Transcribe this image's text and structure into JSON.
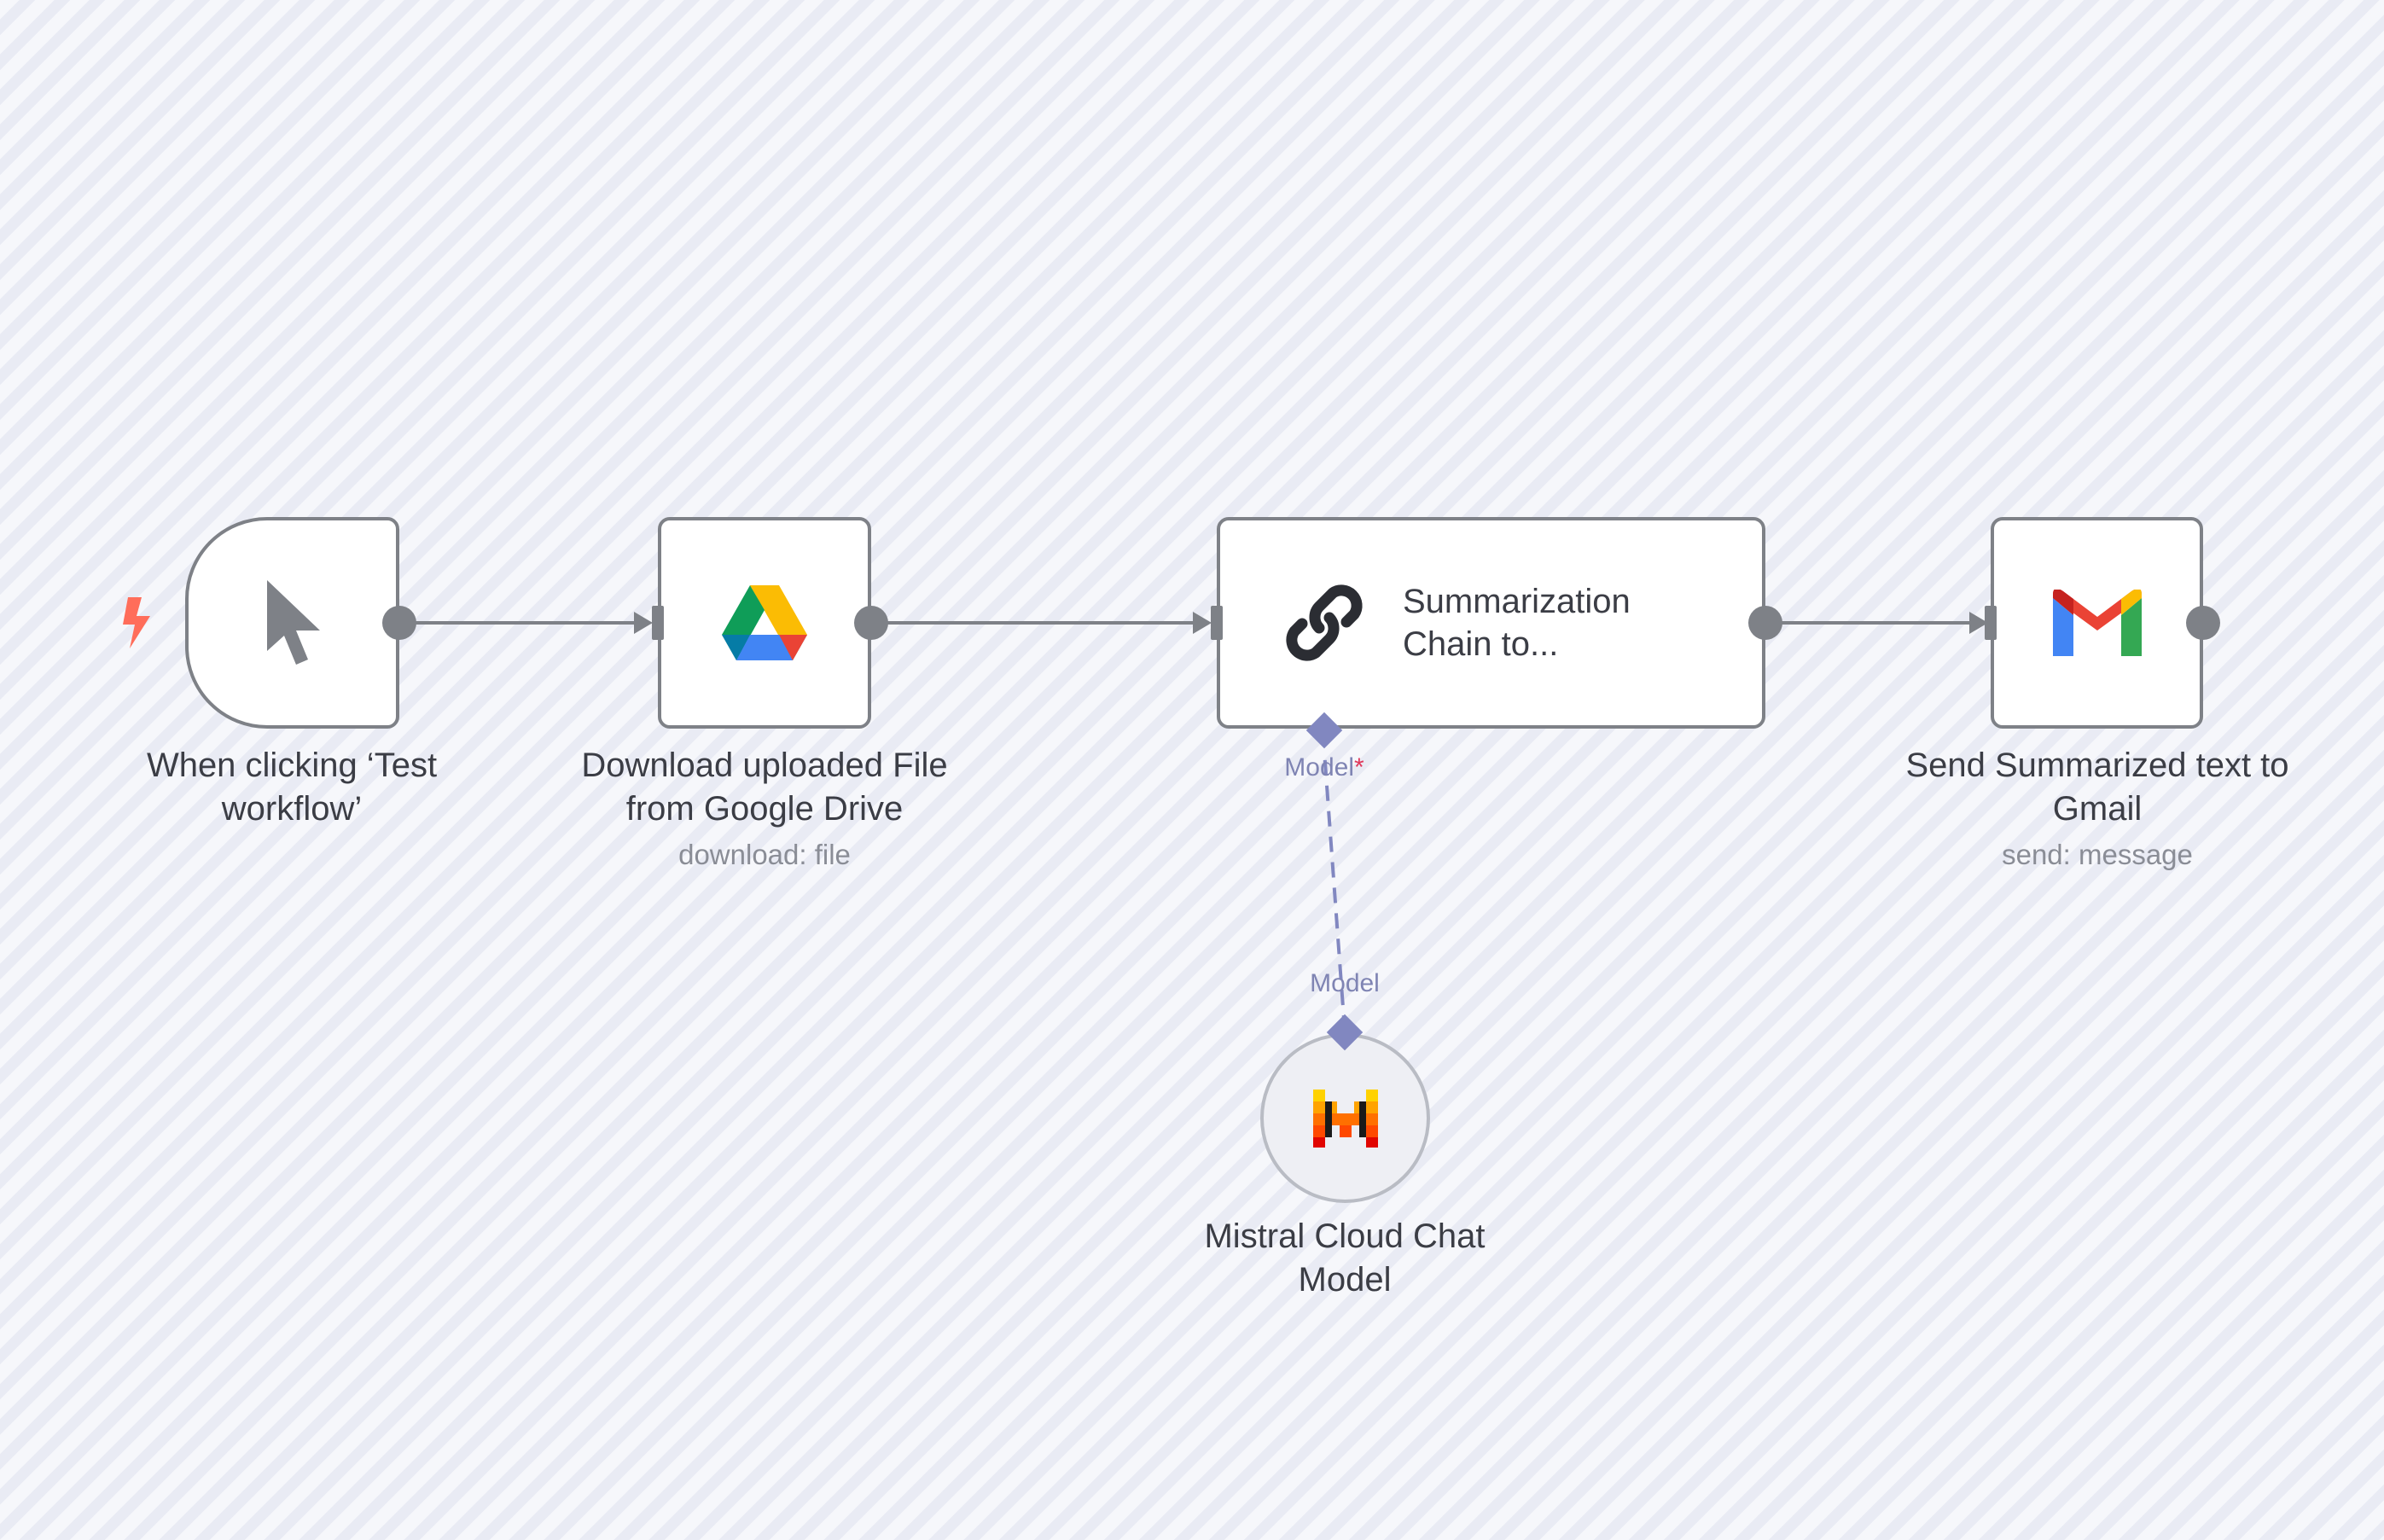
{
  "nodes": {
    "manual_trigger": {
      "label": "When clicking ‘Test workflow’",
      "icon": "cursor-arrow-icon"
    },
    "google_drive": {
      "label": "Download uploaded File from Google Drive",
      "subtitle": "download: file",
      "icon": "google-drive-icon"
    },
    "summarization_chain": {
      "label": "Summarization Chain to...",
      "icon": "chain-link-icon",
      "model_port_label": "Model",
      "model_port_required": "*"
    },
    "gmail": {
      "label": "Send Summarized text to Gmail",
      "subtitle": "send: message",
      "icon": "gmail-icon"
    },
    "mistral": {
      "label": "Mistral Cloud Chat Model",
      "icon": "mistral-icon",
      "port_label": "Model"
    }
  },
  "colors": {
    "connection": "#7e8187",
    "ai_connection": "#8187c0",
    "trigger_bolt": "#ff6d5a",
    "required_marker": "#e0385b"
  }
}
